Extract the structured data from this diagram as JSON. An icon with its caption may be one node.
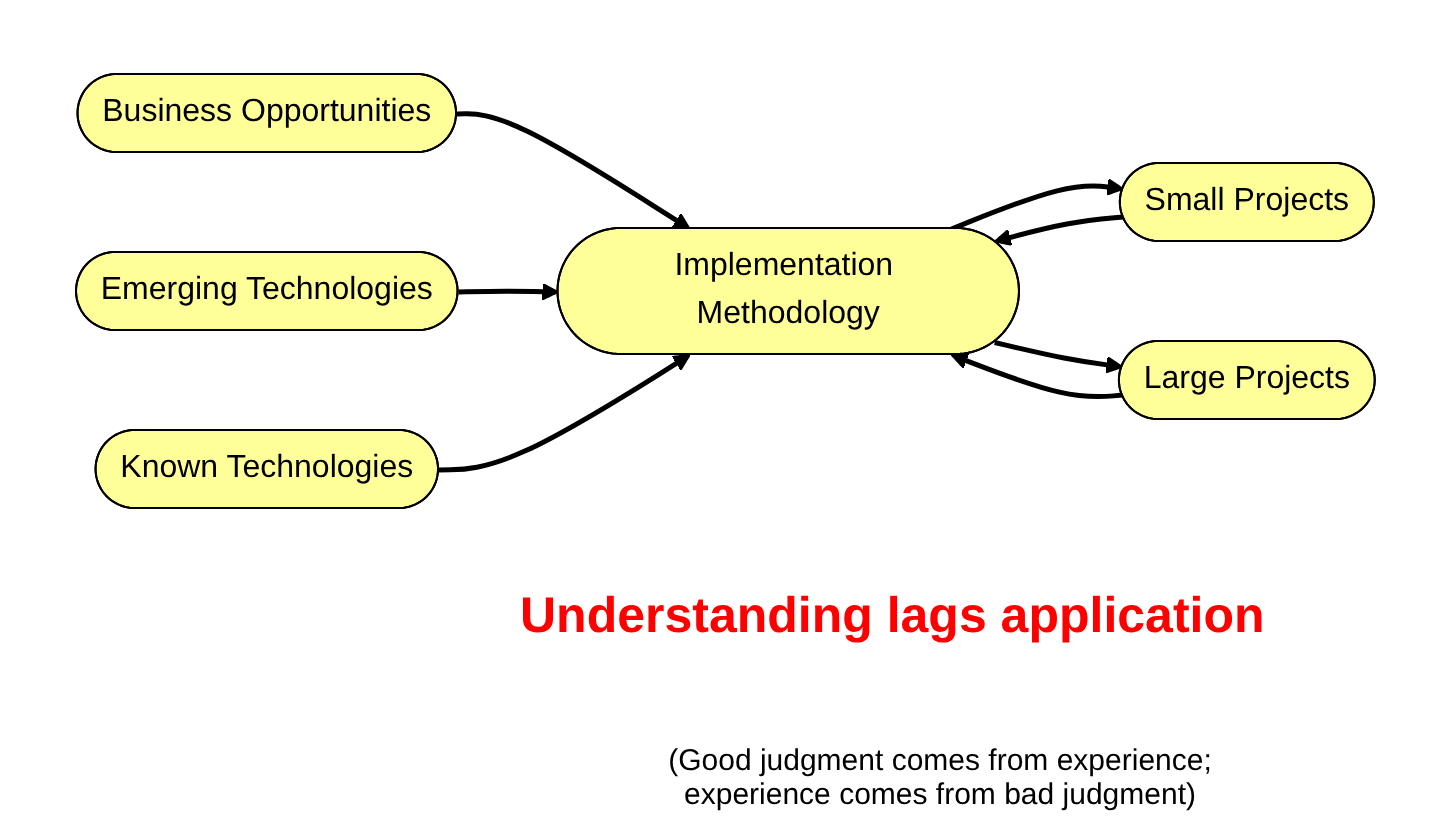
{
  "diagram": {
    "nodes": [
      {
        "text": [
          "Business Opportunities"
        ]
      },
      {
        "text": [
          "Emerging Technologies"
        ]
      },
      {
        "text": [
          "Known Technologies"
        ]
      },
      {
        "text": [
          "Implementation Methodology"
        ]
      },
      {
        "text": [
          "Small Projects"
        ]
      },
      {
        "text": [
          "Large Projects"
        ]
      }
    ],
    "edges": [
      {
        "from": 0,
        "to": 3,
        "arrow": "to"
      },
      {
        "from": 1,
        "to": 3,
        "arrow": "to"
      },
      {
        "from": 2,
        "to": 3,
        "arrow": "to"
      },
      {
        "from": 3,
        "to": 4,
        "arrow": "to"
      },
      {
        "from": 4,
        "to": 3,
        "arrow": "to"
      },
      {
        "from": 3,
        "to": 5,
        "arrow": "to"
      },
      {
        "from": 5,
        "to": 3,
        "arrow": "to"
      }
    ],
    "labels": [
      "Understanding lags application",
      "(Good judgment comes from experience; experience comes from bad judgment)"
    ]
  }
}
